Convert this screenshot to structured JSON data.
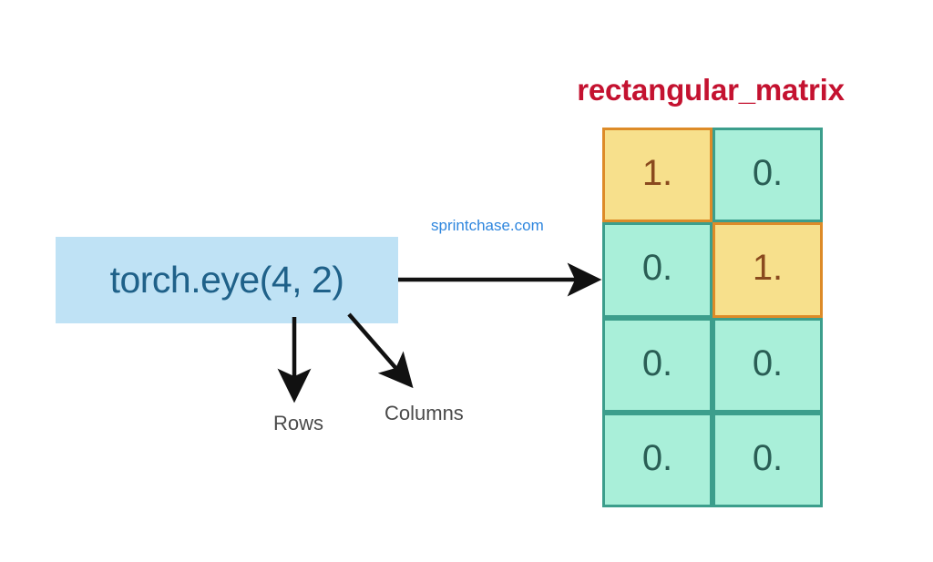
{
  "matrix": {
    "title": "rectangular_matrix",
    "rows": 4,
    "cols": 2,
    "cells": [
      [
        {
          "value": "1.",
          "type": "one"
        },
        {
          "value": "0.",
          "type": "zero"
        }
      ],
      [
        {
          "value": "0.",
          "type": "zero"
        },
        {
          "value": "1.",
          "type": "one"
        }
      ],
      [
        {
          "value": "0.",
          "type": "zero"
        },
        {
          "value": "0.",
          "type": "zero"
        }
      ],
      [
        {
          "value": "0.",
          "type": "zero"
        },
        {
          "value": "0.",
          "type": "zero"
        }
      ]
    ]
  },
  "code": {
    "expression": "torch.eye(4, 2)"
  },
  "annotations": {
    "rows_label": "Rows",
    "columns_label": "Columns"
  },
  "watermark": {
    "text": "sprintchase.com"
  },
  "colors": {
    "title_red": "#C41230",
    "one_fill": "#F7E08C",
    "one_border": "#DD8B28",
    "one_text": "#8A4A1E",
    "zero_fill": "#A9EFD9",
    "zero_border": "#3C9E8C",
    "zero_text": "#2A5E55",
    "code_box_fill": "#BFE2F5",
    "code_text": "#1F6189",
    "watermark_blue": "#2E86DE",
    "annotation_gray": "#4A4A4A",
    "arrow_black": "#111111",
    "background": "#FFFFFF"
  }
}
